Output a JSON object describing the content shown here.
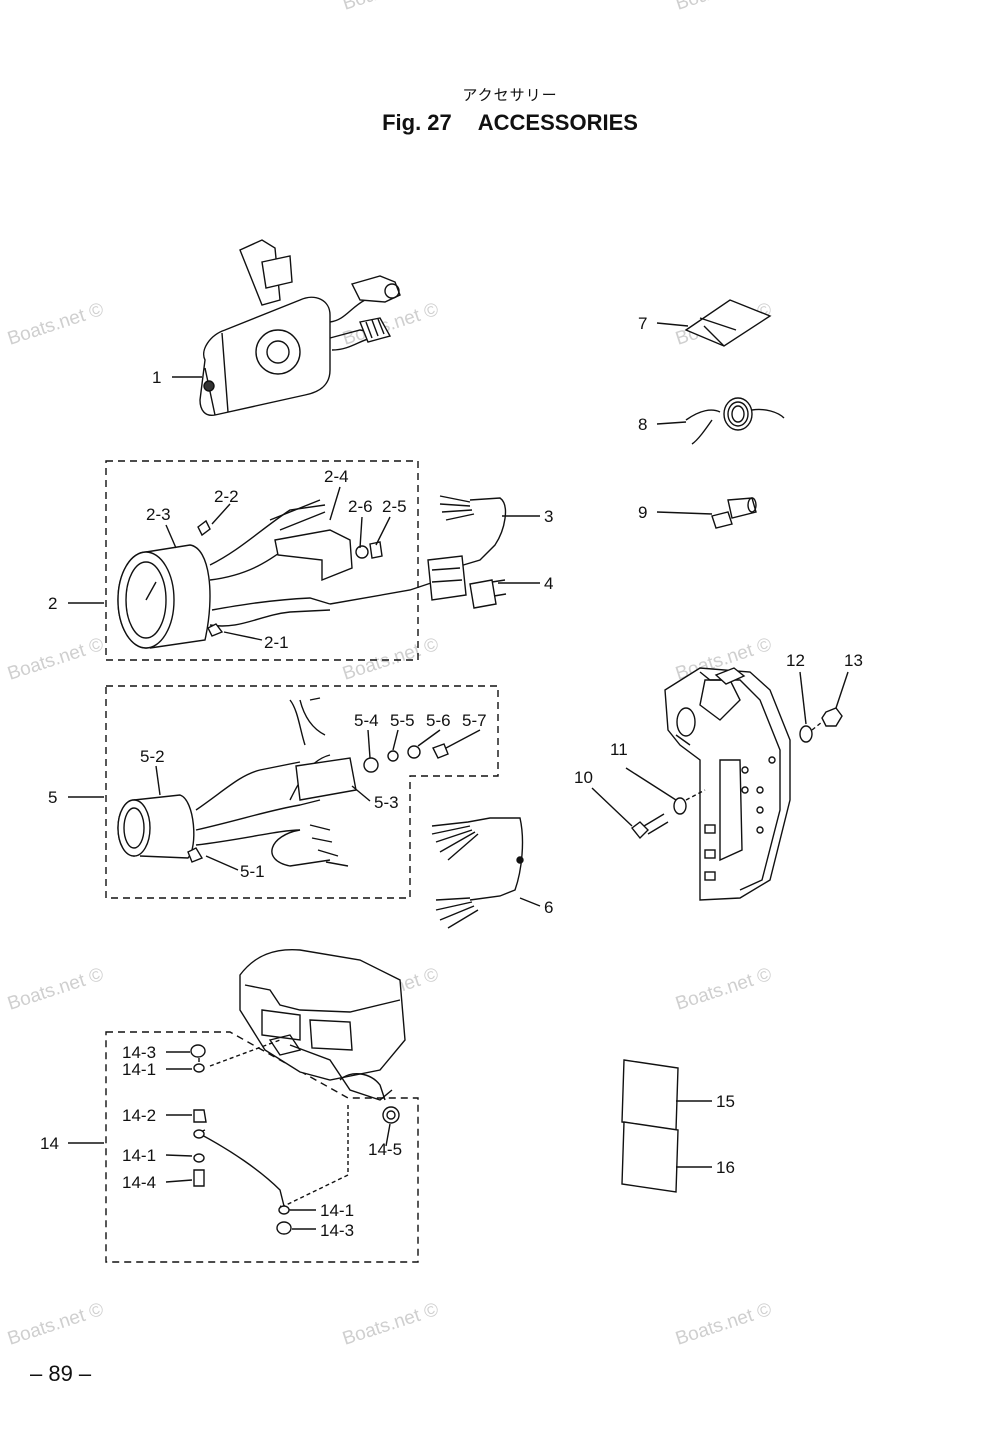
{
  "header": {
    "subtitle_jp": "アクセサリー",
    "fig_number": "Fig. 27",
    "fig_title": "ACCESSORIES"
  },
  "page_number": "– 89 –",
  "watermark": "Boats.net ©",
  "callouts": {
    "c1": "1",
    "c2": "2",
    "c2_1": "2-1",
    "c2_2": "2-2",
    "c2_3": "2-3",
    "c2_4": "2-4",
    "c2_5": "2-5",
    "c2_6": "2-6",
    "c3": "3",
    "c4": "4",
    "c5": "5",
    "c5_1": "5-1",
    "c5_2": "5-2",
    "c5_3": "5-3",
    "c5_4": "5-4",
    "c5_5": "5-5",
    "c5_6": "5-6",
    "c5_7": "5-7",
    "c6": "6",
    "c7": "7",
    "c8": "8",
    "c9": "9",
    "c10": "10",
    "c11": "11",
    "c12": "12",
    "c13": "13",
    "c14": "14",
    "c14_1a": "14-1",
    "c14_1b": "14-1",
    "c14_1c": "14-1",
    "c14_2": "14-2",
    "c14_3a": "14-3",
    "c14_3b": "14-3",
    "c14_4": "14-4",
    "c14_5": "14-5",
    "c15": "15",
    "c16": "16"
  }
}
